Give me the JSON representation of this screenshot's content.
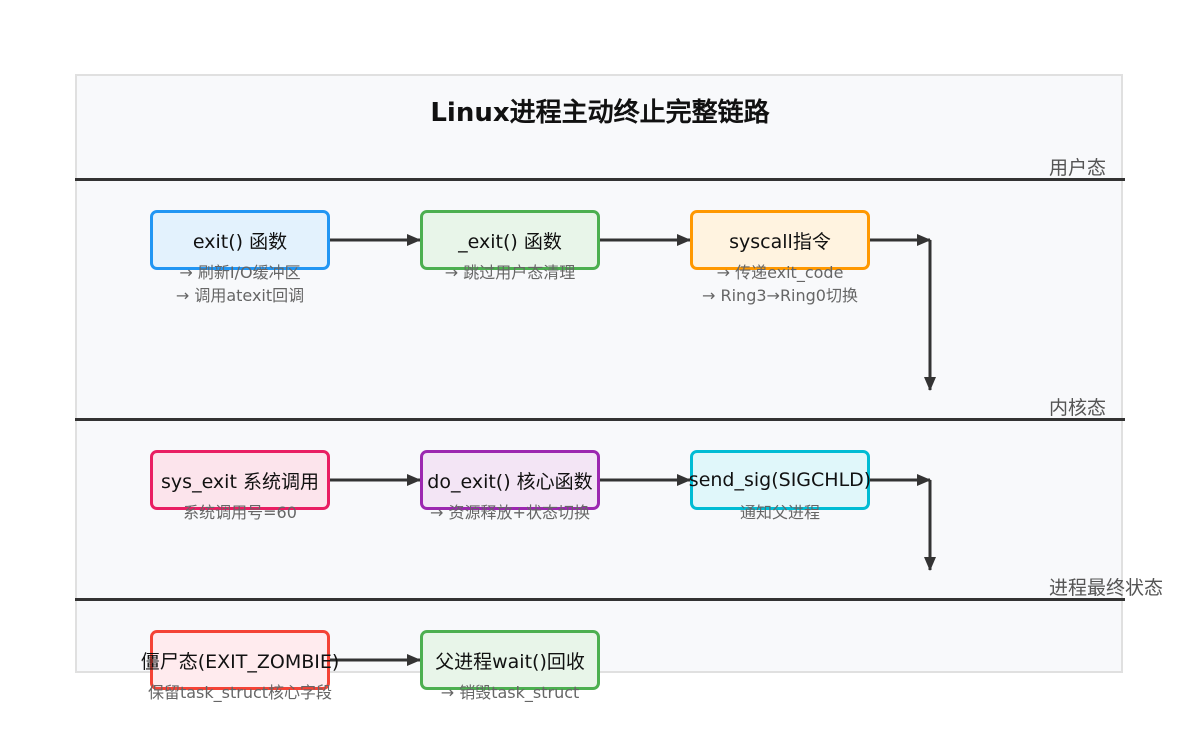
{
  "title": "Linux进程主动终止完整链路",
  "layers": {
    "user": "用户态",
    "kernel": "内核态",
    "final": "进程最终状态"
  },
  "nodes": {
    "exit_func": {
      "label": "exit() 函数",
      "notes": [
        "→ 刷新I/O缓冲区",
        "→ 调用atexit回调"
      ],
      "fill": "#e3f2fd",
      "stroke": "#2196f3"
    },
    "underscore_exit": {
      "label": "_exit() 函数",
      "notes": [
        "→ 跳过用户态清理"
      ],
      "fill": "#e8f5e9",
      "stroke": "#4caf50"
    },
    "syscall": {
      "label": "syscall指令",
      "notes": [
        "→ 传递exit_code",
        "→ Ring3→Ring0切换"
      ],
      "fill": "#fff3e0",
      "stroke": "#ff9800"
    },
    "sys_exit": {
      "label": "sys_exit 系统调用",
      "notes": [
        "系统调用号=60"
      ],
      "fill": "#fce4ec",
      "stroke": "#e91e63"
    },
    "do_exit": {
      "label": "do_exit() 核心函数",
      "notes": [
        "→ 资源释放+状态切换"
      ],
      "fill": "#f3e5f5",
      "stroke": "#9c27b0"
    },
    "send_sig": {
      "label": "send_sig(SIGCHLD)",
      "notes": [
        "通知父进程"
      ],
      "fill": "#e0f7fa",
      "stroke": "#00bcd4"
    },
    "zombie": {
      "label": "僵尸态(EXIT_ZOMBIE)",
      "notes": [
        "保留task_struct核心字段"
      ],
      "fill": "#ffebee",
      "stroke": "#f44336"
    },
    "parent_wait": {
      "label": "父进程wait()回收",
      "notes": [
        "→ 销毁task_struct"
      ],
      "fill": "#e8f5e9",
      "stroke": "#4caf50"
    }
  }
}
